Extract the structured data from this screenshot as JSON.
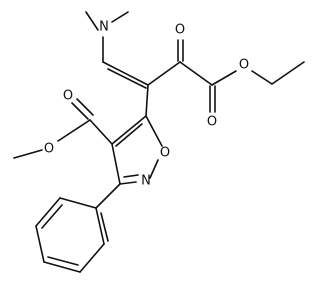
{
  "molecule": {
    "atoms": {
      "N_amine": "N",
      "O_ketone": "O",
      "O_ester_carbonyl": "O",
      "O_ester_ether": "O",
      "O_methyl_carbonyl": "O",
      "O_methyl_ether": "O",
      "O_ring": "O",
      "N_ring": "N"
    }
  }
}
